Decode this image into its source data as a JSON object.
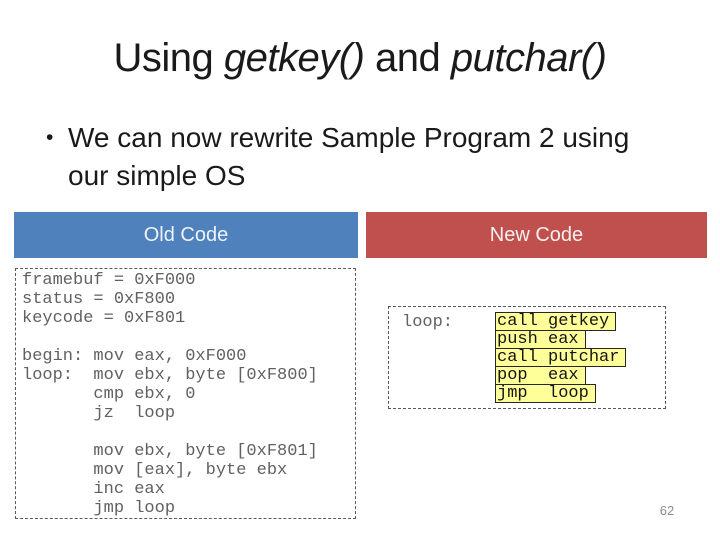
{
  "page_number": "62",
  "title": {
    "segments": [
      {
        "text": "Using ",
        "style": "regular"
      },
      {
        "text": "getkey()",
        "style": "italic"
      },
      {
        "text": " and ",
        "style": "regular"
      },
      {
        "text": "putchar()",
        "style": "italic"
      }
    ]
  },
  "bullet": {
    "marker": "•",
    "lines": [
      "We can now rewrite Sample Program 2 using",
      "our simple OS"
    ]
  },
  "columns": {
    "old": {
      "header": "Old Code",
      "code_lines": [
        "framebuf = 0xF000",
        "status = 0xF800",
        "keycode = 0xF801",
        "",
        "begin: mov eax, 0xF000",
        "loop:  mov ebx, byte [0xF800]",
        "       cmp ebx, 0",
        "       jz  loop",
        "",
        "       mov ebx, byte [0xF801]",
        "       mov [eax], byte ebx",
        "       inc eax",
        "       jmp loop"
      ]
    },
    "new": {
      "header": "New Code",
      "label": "loop:",
      "highlighted_lines": [
        "call getkey",
        "push eax",
        "call putchar",
        "pop  eax",
        "jmp  loop"
      ]
    }
  },
  "colors": {
    "old_header_bg": "#4f81bd",
    "new_header_bg": "#c0504d",
    "highlight_bg": "#ffff99",
    "code_text": "#616161",
    "header_text": "#f5f1ee"
  }
}
